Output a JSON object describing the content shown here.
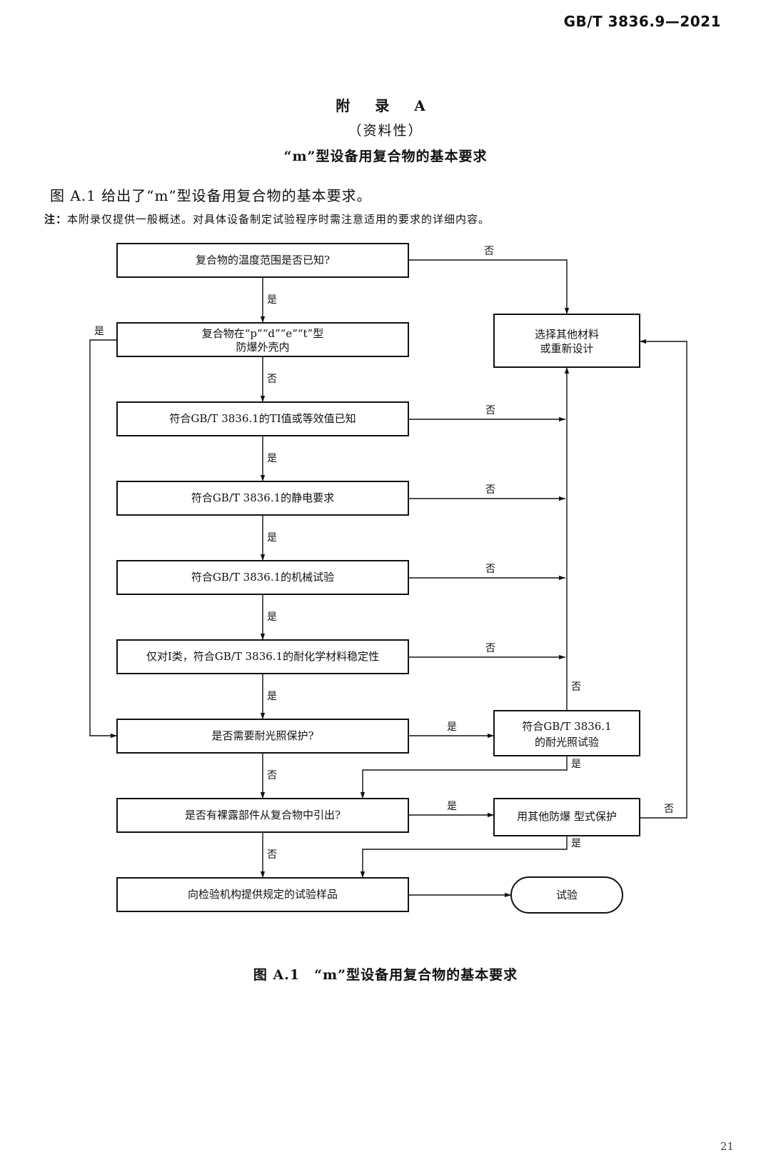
{
  "header": {
    "standard_number": "GB/T 3836.9—2021"
  },
  "appendix": {
    "title": "附 录 A",
    "nature": "（资料性）",
    "subject": "“m”型设备用复合物的基本要求"
  },
  "intro_text": "图 A.1 给出了“m”型设备用复合物的基本要求。",
  "note": {
    "label": "注：",
    "text": "本附录仅提供一般概述。对具体设备制定试验程序时需注意适用的要求的详细内容。"
  },
  "flowchart": {
    "box1": "复合物的温度范围是否已知?",
    "box2_line1": "复合物在“p”“d”“e”“t”型",
    "box2_line2": "防爆外壳内",
    "box3": "符合GB/T 3836.1的TI值或等效值已知",
    "box4": "符合GB/T 3836.1的静电要求",
    "box5": "符合GB/T 3836.1的机械试验",
    "box6": "仅对I类，符合GB/T 3836.1的耐化学材料稳定性",
    "box7": "是否需要耐光照保护?",
    "box8": "是否有裸露部件从复合物中引出?",
    "box9": "向检验机构提供规定的试验样品",
    "side_select_line1": "选择其他材料",
    "side_select_line2": "或重新设计",
    "side_light_line1": "符合GB/T 3836.1",
    "side_light_line2": "的耐光照试验",
    "side_protect": "用其他防爆 型式保护",
    "terminal": "试验",
    "yes": "是",
    "no": "否"
  },
  "figure_caption": "图 A.1　“m”型设备用复合物的基本要求",
  "page_number": "21"
}
